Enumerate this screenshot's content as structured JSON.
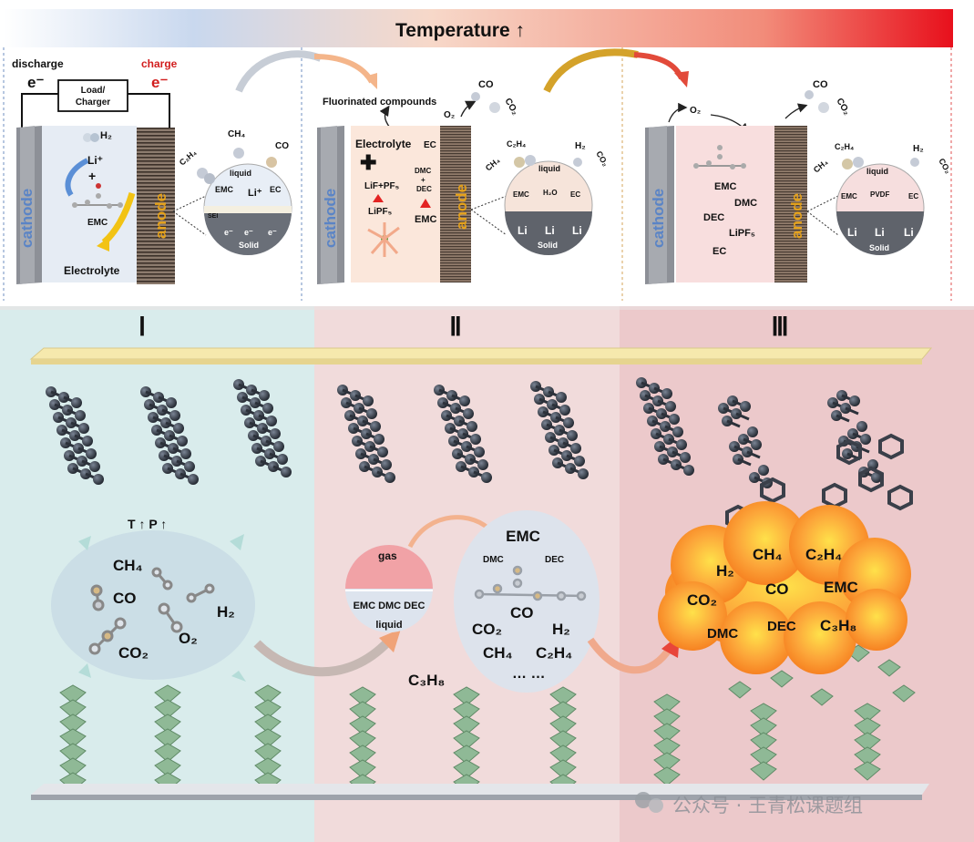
{
  "header": {
    "title": "Temperature ↑"
  },
  "panel1": {
    "discharge": "discharge",
    "charge": "charge",
    "electron": "e⁻",
    "load": [
      "Load/",
      "Charger"
    ],
    "cathode": "cathode",
    "anode": "anode",
    "h2": "H₂",
    "li": "Li⁺",
    "plus": "+",
    "emc": "EMC",
    "electrolyte": "Electrolyte",
    "zoom": {
      "ch4": "CH₄",
      "c2h4": "C₂H₄",
      "co": "CO",
      "liquid": "liquid",
      "emc": "EMC",
      "li": "Li⁺",
      "ec": "EC",
      "sei": "SEI",
      "e": "e⁻",
      "solid": "Solid"
    }
  },
  "panel2": {
    "fluorinated": "Fluorinated compounds",
    "o2": "O₂",
    "co": "CO",
    "co2": "CO₂",
    "electrolyte": "Electrolyte",
    "lif": "LiF+PF₅",
    "lipf5": "LiPF₅",
    "ec": "EC",
    "dmc_dec": [
      "DMC",
      "+",
      "DEC"
    ],
    "emc": "EMC",
    "cathode": "cathode",
    "anode": "anode",
    "zoom": {
      "ch4": "CH₄",
      "c2h4": "C₂H₄",
      "h2": "H₂",
      "co2": "CO₂",
      "liquid": "liquid",
      "emc": "EMC",
      "h2o": "H₂O",
      "ec": "EC",
      "li": "Li",
      "solid": "Solid"
    }
  },
  "panel3": {
    "o2": "O₂",
    "co": "CO",
    "co2": "CO₂",
    "emc": "EMC",
    "dmc": "DMC",
    "dec": "DEC",
    "lipf5": "LiPF₅",
    "ec": "EC",
    "cathode": "cathode",
    "anode": "anode",
    "zoom": {
      "ch4": "CH₄",
      "c2h4": "C₂H₄",
      "h2": "H₂",
      "co2": "CO₂",
      "liquid": "liquid",
      "emc": "EMC",
      "pvdf": "PVDF",
      "ec": "EC",
      "li": "Li",
      "solid": "Solid"
    }
  },
  "stages": [
    "Ⅰ",
    "Ⅱ",
    "Ⅲ"
  ],
  "stage1": {
    "tp": "T ↑    P ↑",
    "gases": {
      "ch4": "CH₄",
      "co": "CO",
      "h2": "H₂",
      "o2": "O₂",
      "co2": "CO₂"
    }
  },
  "stage2": {
    "gas": "gas",
    "liquid_row": "EMC DMC DEC",
    "liquid": "liquid",
    "c3h8": "C₃H₈",
    "emc": "EMC",
    "dmc": "DMC",
    "dec": "DEC",
    "co": "CO",
    "co2": "CO₂",
    "h2": "H₂",
    "ch4": "CH₄",
    "c2h4": "C₂H₄",
    "dots": "… …"
  },
  "stage3": {
    "gases": {
      "h2": "H₂",
      "ch4": "CH₄",
      "c2h4": "C₂H₄",
      "co2": "CO₂",
      "co": "CO",
      "emc": "EMC",
      "dmc": "DMC",
      "dec": "DEC",
      "c3h8": "C₃H₈"
    }
  },
  "watermark": "公众号 · 王青松课题组",
  "colors": {
    "stage1_bg": "#d9ecec",
    "stage2_bg": "#f1dbdb",
    "stage3_bg": "#ecc9cb",
    "cloud": "#f7941d",
    "graphite": "#2f3540",
    "crystal": "#8fb996"
  }
}
